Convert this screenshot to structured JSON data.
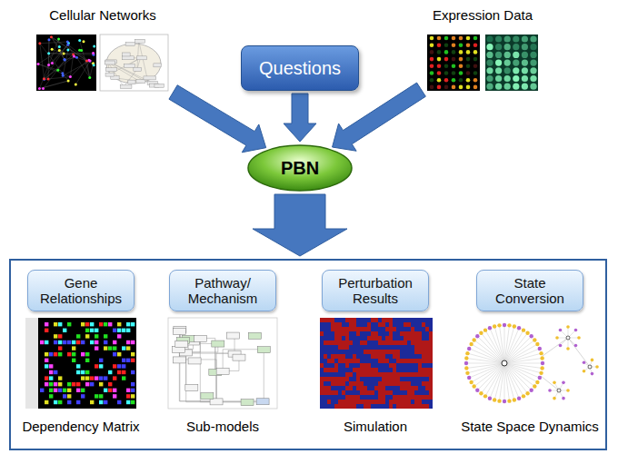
{
  "diagram": {
    "nodes": [
      {
        "text": [
          "Cellular Networks"
        ]
      },
      {
        "text": [
          "Questions"
        ]
      },
      {
        "text": [
          "Expression Data"
        ]
      },
      {
        "text": [
          "PBN"
        ]
      },
      {
        "text": []
      },
      {
        "text": [
          "Gene Relationships"
        ],
        "in": 4
      },
      {
        "text": [
          "Pathway/ Mechanism"
        ],
        "in": 4
      },
      {
        "text": [
          "Perturbation Results"
        ],
        "in": 4
      },
      {
        "text": [
          "State Conversion"
        ],
        "in": 4
      }
    ],
    "edges": [
      {
        "from": 0,
        "to": 3,
        "arrow": "to"
      },
      {
        "from": 1,
        "to": 3,
        "arrow": "to"
      },
      {
        "from": 2,
        "to": 3,
        "arrow": "to"
      },
      {
        "from": 3,
        "to": 4,
        "arrow": "to"
      }
    ],
    "labels": [
      "Dependency Matrix",
      "Sub-models",
      "Simulation",
      "State Space Dynamics"
    ]
  }
}
